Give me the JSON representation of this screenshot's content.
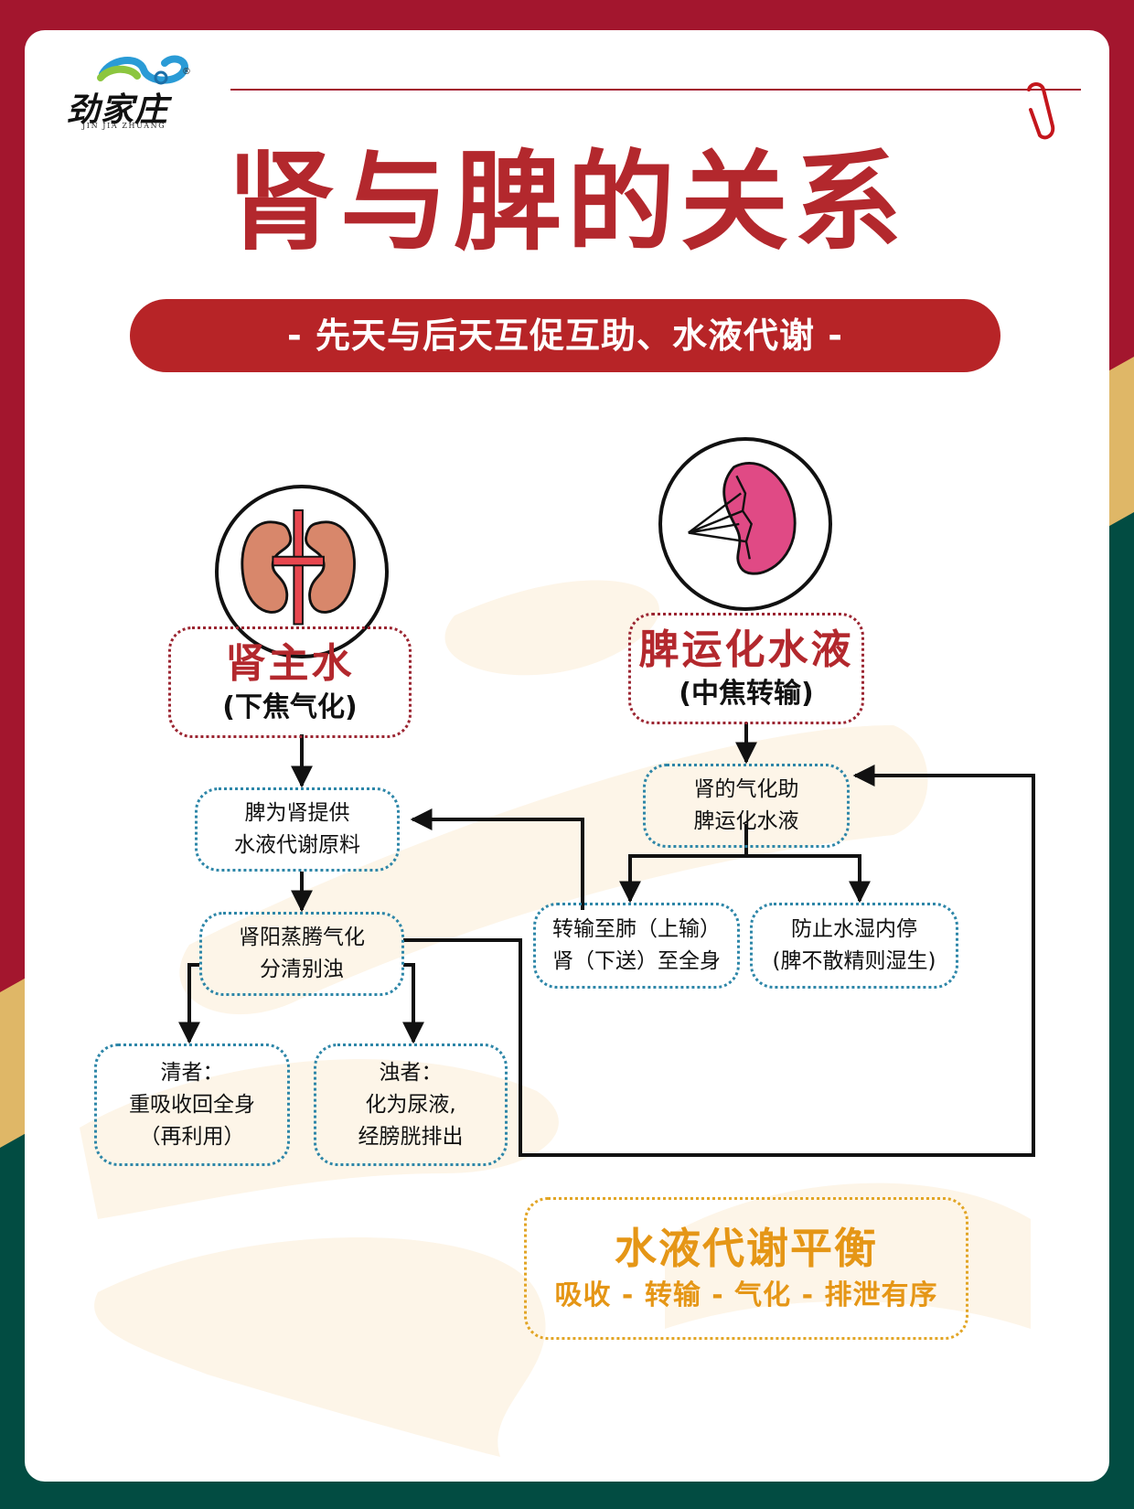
{
  "brand": {
    "name": "劲家庄",
    "romanized": "JIN JIA ZHUANG",
    "registered_mark": "®"
  },
  "title": "肾与脾的关系",
  "banner": "- 先天与后天互促互助、水液代谢 -",
  "colors": {
    "frame_red": "#a3162e",
    "frame_gold": "#dfb767",
    "frame_green": "#024c42",
    "title_red": "#b3282d",
    "node_border_blue": "#2d86a8",
    "node_border_red": "#9b2531",
    "accent_gold": "#e59616"
  },
  "icons": {
    "kidney": "kidney-icon",
    "spleen": "spleen-icon",
    "paperclip": "paperclip-icon",
    "logo": "cloud-swirl-logo"
  },
  "diagram": {
    "kidney_main": {
      "title": "肾主水",
      "subtitle": "(下焦气化)"
    },
    "spleen_main": {
      "title": "脾运化水液",
      "subtitle": "(中焦转输)"
    },
    "spleen_supply": {
      "lines": [
        "脾为肾提供",
        "水液代谢原料"
      ]
    },
    "kidney_yang": {
      "lines": [
        "肾阳蒸腾气化",
        "分清别浊"
      ]
    },
    "clear": {
      "lines": [
        "清者：",
        "重吸收回全身",
        "（再利用）"
      ]
    },
    "turbid": {
      "lines": [
        "浊者：",
        "化为尿液,",
        "经膀胱排出"
      ]
    },
    "kidney_assist": {
      "lines": [
        "肾的气化助",
        "脾运化水液"
      ]
    },
    "transport": {
      "lines": [
        "转输至肺（上输）",
        "肾（下送）至全身"
      ]
    },
    "prevent": {
      "lines": [
        "防止水湿内停",
        "(脾不散精则湿生)"
      ]
    },
    "balance": {
      "title": "水液代谢平衡",
      "subtitle": "吸收 - 转输 - 气化 - 排泄有序"
    },
    "edges": [
      {
        "from": "kidney_main",
        "to": "spleen_supply"
      },
      {
        "from": "spleen_supply",
        "to": "kidney_yang"
      },
      {
        "from": "kidney_yang",
        "to": "clear"
      },
      {
        "from": "kidney_yang",
        "to": "turbid"
      },
      {
        "from": "kidney_yang",
        "to": "kidney_assist"
      },
      {
        "from": "spleen_main",
        "to": "kidney_assist"
      },
      {
        "from": "kidney_assist",
        "to": "transport"
      },
      {
        "from": "kidney_assist",
        "to": "prevent"
      },
      {
        "from": "transport",
        "to": "spleen_supply"
      }
    ]
  }
}
